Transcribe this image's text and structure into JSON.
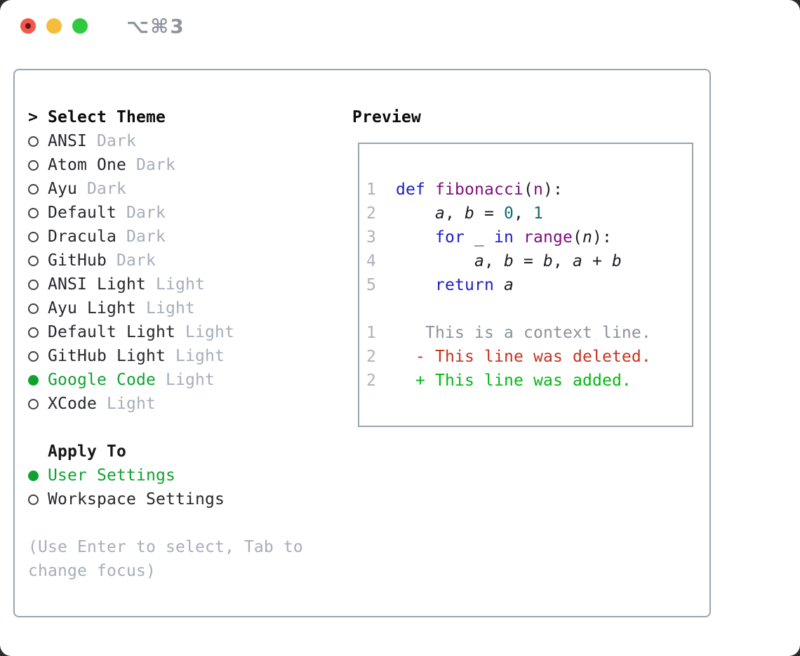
{
  "window": {
    "title": "⌥⌘3"
  },
  "titlebar": {
    "buttons": [
      {
        "name": "close",
        "color": "#f2564d"
      },
      {
        "name": "minimize",
        "color": "#f6bd3b"
      },
      {
        "name": "zoom",
        "color": "#2dc93f"
      }
    ]
  },
  "theme_picker": {
    "header_marker": ">",
    "header": "Select Theme",
    "items": [
      {
        "name": "ANSI",
        "variant": "Dark",
        "selected": false
      },
      {
        "name": "Atom One",
        "variant": "Dark",
        "selected": false
      },
      {
        "name": "Ayu",
        "variant": "Dark",
        "selected": false
      },
      {
        "name": "Default",
        "variant": "Dark",
        "selected": false
      },
      {
        "name": "Dracula",
        "variant": "Dark",
        "selected": false
      },
      {
        "name": "GitHub",
        "variant": "Dark",
        "selected": false
      },
      {
        "name": "ANSI Light",
        "variant": "Light",
        "selected": false
      },
      {
        "name": "Ayu Light",
        "variant": "Light",
        "selected": false
      },
      {
        "name": "Default Light",
        "variant": "Light",
        "selected": false
      },
      {
        "name": "GitHub Light",
        "variant": "Light",
        "selected": false
      },
      {
        "name": "Google Code",
        "variant": "Light",
        "selected": true
      },
      {
        "name": "XCode",
        "variant": "Light",
        "selected": false
      }
    ],
    "apply_to": {
      "header": "Apply To",
      "options": [
        {
          "name": "User Settings",
          "selected": true
        },
        {
          "name": "Workspace Settings",
          "selected": false
        }
      ]
    },
    "hint": "(Use Enter to select, Tab to change focus)"
  },
  "preview": {
    "title": "Preview",
    "lines": [
      {
        "num": "",
        "tokens": []
      },
      {
        "num": "1",
        "tokens": [
          {
            "t": "def",
            "c": "kw"
          },
          {
            "t": " ",
            "c": "pl"
          },
          {
            "t": "fibonacci",
            "c": "fn"
          },
          {
            "t": "(",
            "c": "pl"
          },
          {
            "t": "n",
            "c": "fn"
          },
          {
            "t": "):",
            "c": "pl"
          }
        ]
      },
      {
        "num": "2",
        "tokens": [
          {
            "t": "    ",
            "c": "pl"
          },
          {
            "t": "a",
            "c": "va"
          },
          {
            "t": ", ",
            "c": "pl"
          },
          {
            "t": "b",
            "c": "va"
          },
          {
            "t": " = ",
            "c": "pl"
          },
          {
            "t": "0",
            "c": "num"
          },
          {
            "t": ", ",
            "c": "pl"
          },
          {
            "t": "1",
            "c": "num"
          }
        ]
      },
      {
        "num": "3",
        "tokens": [
          {
            "t": "    ",
            "c": "pl"
          },
          {
            "t": "for",
            "c": "kw"
          },
          {
            "t": " _ ",
            "c": "pl"
          },
          {
            "t": "in",
            "c": "kw"
          },
          {
            "t": " ",
            "c": "pl"
          },
          {
            "t": "range",
            "c": "fn"
          },
          {
            "t": "(",
            "c": "pl"
          },
          {
            "t": "n",
            "c": "va"
          },
          {
            "t": "):",
            "c": "pl"
          }
        ]
      },
      {
        "num": "4",
        "tokens": [
          {
            "t": "        ",
            "c": "pl"
          },
          {
            "t": "a",
            "c": "va"
          },
          {
            "t": ", ",
            "c": "pl"
          },
          {
            "t": "b",
            "c": "va"
          },
          {
            "t": " = ",
            "c": "pl"
          },
          {
            "t": "b",
            "c": "va"
          },
          {
            "t": ", ",
            "c": "pl"
          },
          {
            "t": "a",
            "c": "va"
          },
          {
            "t": " + ",
            "c": "pl"
          },
          {
            "t": "b",
            "c": "va"
          }
        ]
      },
      {
        "num": "5",
        "tokens": [
          {
            "t": "    ",
            "c": "pl"
          },
          {
            "t": "return",
            "c": "kw"
          },
          {
            "t": " ",
            "c": "pl"
          },
          {
            "t": "a",
            "c": "va"
          }
        ]
      },
      {
        "num": "",
        "tokens": []
      },
      {
        "num": "1",
        "tokens": [
          {
            "t": "   This is a context line.",
            "c": "ctx"
          }
        ]
      },
      {
        "num": "2",
        "tokens": [
          {
            "t": "  - This line was deleted.",
            "c": "del"
          }
        ]
      },
      {
        "num": "2",
        "tokens": [
          {
            "t": "  + This line was added.",
            "c": "add"
          }
        ]
      },
      {
        "num": "",
        "tokens": []
      }
    ]
  },
  "colors": {
    "accent_green": "#0ea32f",
    "keyword_blue": "#1c1fc2",
    "function_purple": "#7e0d7e",
    "number_teal": "#0b6e6e",
    "code_text": "#1c1d22",
    "muted_gray": "#a6aeba",
    "line_number_gray": "#a9b2bf",
    "context_gray": "#8b929b",
    "diff_red": "#c6321e",
    "diff_green": "#00b90f",
    "text_dark": "#26272c",
    "panel_border": "#9aa4ae",
    "close_red": "#f2564d",
    "minimize_yellow": "#f6bd3b",
    "zoom_green": "#2dc93f"
  }
}
